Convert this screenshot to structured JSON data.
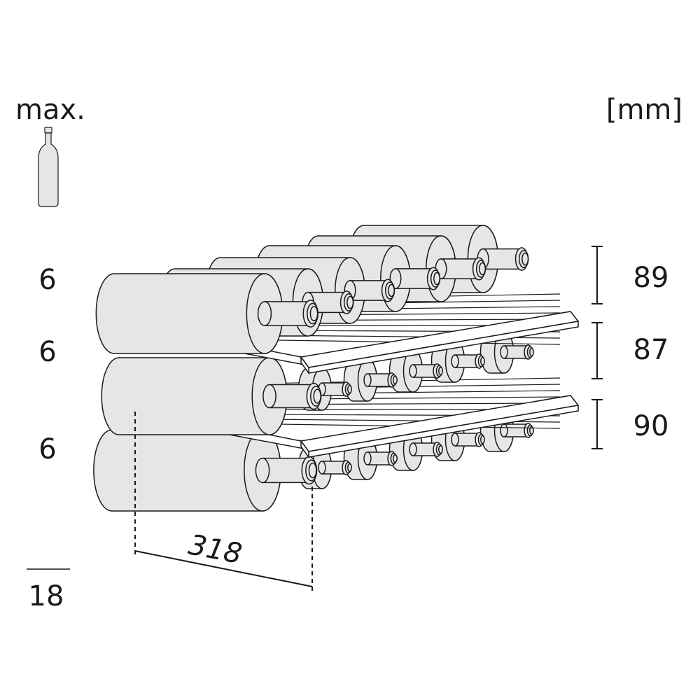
{
  "header": {
    "max_label": "max.",
    "unit_label": "[mm]"
  },
  "shelves": [
    {
      "count": "6",
      "height": "89"
    },
    {
      "count": "6",
      "height": "87"
    },
    {
      "count": "6",
      "height": "90"
    }
  ],
  "total": "18",
  "depth": "318",
  "icons": {
    "bottle": "wine-bottle-icon"
  },
  "colors": {
    "bottle_fill": "#e6e6e6",
    "line": "#1a1a1a",
    "background": "#ffffff"
  }
}
